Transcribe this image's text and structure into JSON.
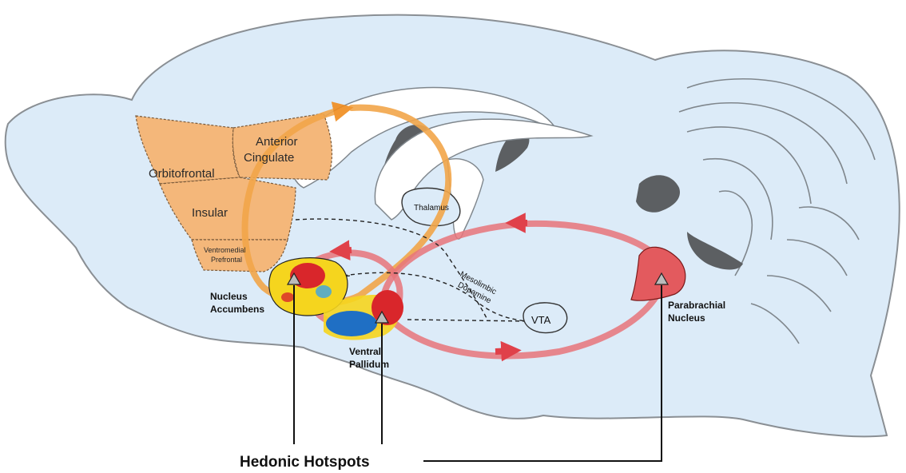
{
  "regions": {
    "anterior_cingulate": [
      "Anterior",
      "Cingulate"
    ],
    "orbitofrontal": "Orbitofrontal",
    "insular": "Insular",
    "ventromedial_prefrontal": [
      "Ventromedial",
      "Prefrontal"
    ],
    "thalamus": "Thalamus",
    "mesolimbic_dopamine": [
      "Mesolimbic",
      "Dopamine"
    ],
    "vta": "VTA",
    "nucleus_accumbens": [
      "Nucleus",
      "Accumbens"
    ],
    "ventral_pallidum": [
      "Ventral",
      "Pallidum"
    ],
    "parabrachial_nucleus": [
      "Parabrachial",
      "Nucleus"
    ]
  },
  "hotspots_label": "Hedonic Hotspots",
  "colors": {
    "brain_fill": "#dcebf8",
    "brain_stroke": "#8a8f94",
    "cortex_orange": "#f4b77a",
    "loop_orange": "#f2a64a",
    "loop_red": "#e8747a",
    "hotspot_red": "#d9262b",
    "hotspot_blue": "#1f6fc4",
    "hotspot_yellow": "#f5d51e",
    "dark_gray": "#5c5f62"
  }
}
